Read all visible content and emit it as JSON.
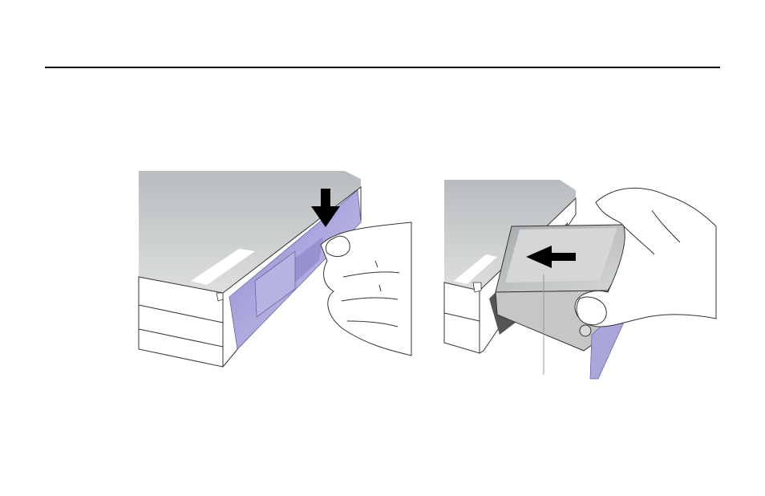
{
  "page": {
    "background": "#ffffff",
    "rule_color": "#000000"
  },
  "illustrations": [
    {
      "id": "remove-drive-step",
      "arrow_direction": "down",
      "colors": {
        "case_top": "#c8cbcd",
        "case_side": "#f4f5f5",
        "latch": "#a9a6da",
        "arrow": "#000000"
      }
    },
    {
      "id": "slide-drive-step",
      "arrow_direction": "left",
      "colors": {
        "case_top": "#c8cbcd",
        "case_side": "#f4f5f5",
        "latch": "#a9a6da",
        "drive": "#bdbfc1",
        "arrow": "#000000"
      }
    }
  ]
}
